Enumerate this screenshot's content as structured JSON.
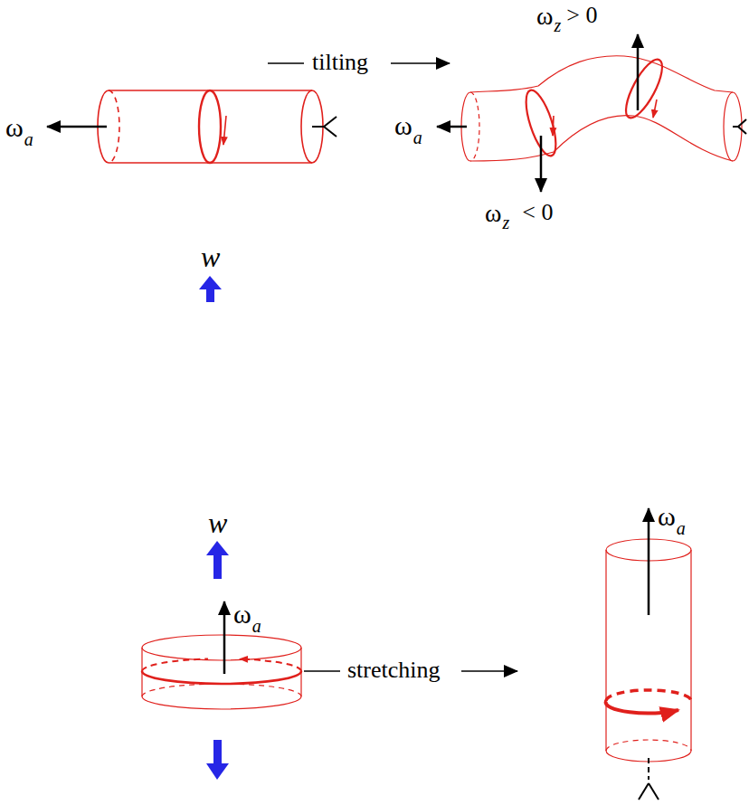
{
  "diagram": {
    "labels": [
      "ω",
      "a",
      "tilting",
      "ω",
      "z",
      "> 0",
      "ω",
      "a",
      "ω",
      "z",
      "< 0",
      "w",
      "w",
      "ω",
      "a",
      "stretching",
      "ω",
      "a"
    ]
  }
}
